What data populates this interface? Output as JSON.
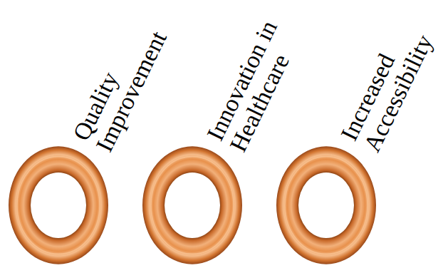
{
  "diagram": {
    "nodes": [
      {
        "text": [
          "Quality Improvement"
        ]
      },
      {
        "text": [
          "Innovation in Healthcare"
        ]
      },
      {
        "text": [
          "Increased Accessibility"
        ]
      }
    ]
  }
}
